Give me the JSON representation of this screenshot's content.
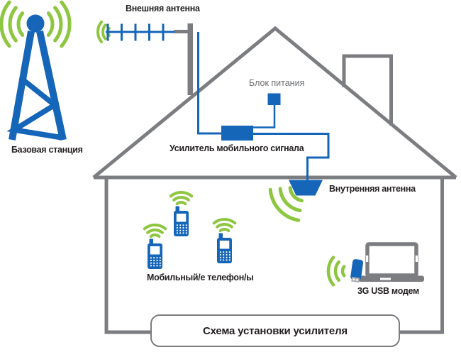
{
  "diagram": {
    "banner_title": "Схема установки усилителя",
    "labels": {
      "base_station": "Базовая станция",
      "external_antenna": "Внешняя антенна",
      "power_supply": "Блок питания",
      "amplifier": "Усилитель мобильного сигнала",
      "internal_antenna": "Внутренняя антенна",
      "phones": "Мобильный/е телефон/ы",
      "usb_modem": "3G USB модем"
    },
    "icons": [
      "cell-tower-icon",
      "yagi-antenna-icon",
      "power-supply-icon",
      "amplifier-icon",
      "indoor-antenna-icon",
      "mobile-phone-icon",
      "usb-modem-icon",
      "laptop-icon",
      "signal-waves-icon",
      "house-outline"
    ],
    "colors": {
      "blue": "#1565B8",
      "green": "#8DC63F",
      "gray": "#7B7D80",
      "label_gray": "#6D6E71",
      "text": "#231F20"
    }
  }
}
